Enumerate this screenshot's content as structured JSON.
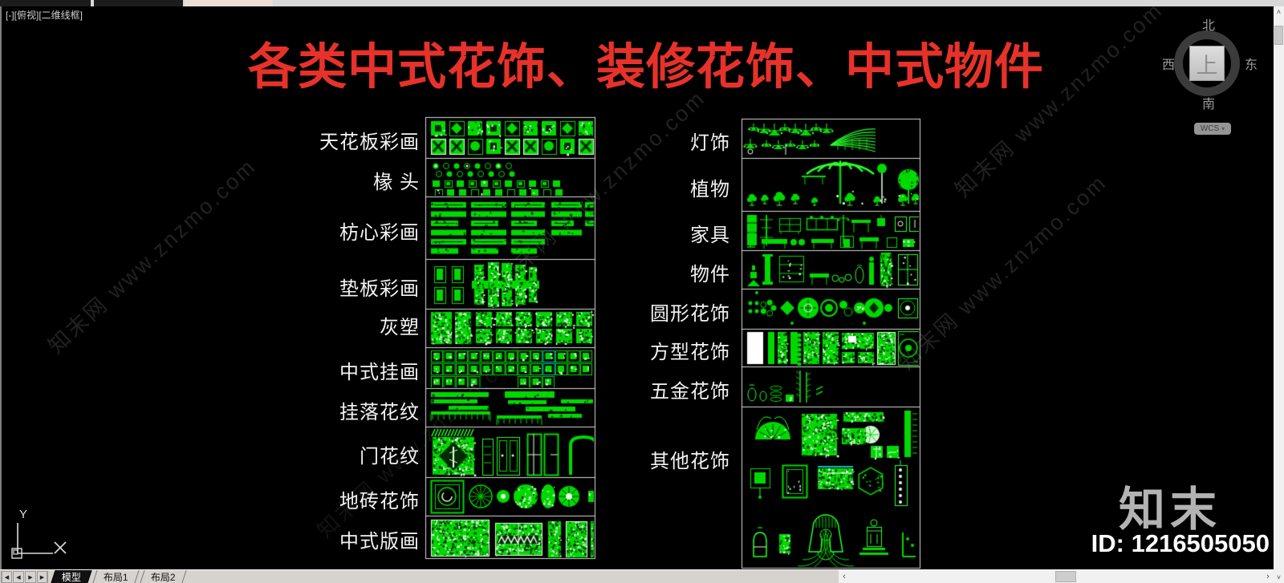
{
  "window": {
    "viewport_label": "[-][俯视][二维线框]"
  },
  "title": {
    "text": "各类中式花饰、装修花饰、中式物件",
    "color": "#e6322a"
  },
  "left_panel": {
    "rows": [
      {
        "label": "天花板彩画",
        "style": "tiles"
      },
      {
        "label": "椽 头",
        "style": "dots"
      },
      {
        "label": "枋心彩画",
        "style": "hbars"
      },
      {
        "label": "垫板彩画",
        "style": "vbars"
      },
      {
        "label": "灰塑",
        "style": "dense"
      },
      {
        "label": "中式挂画",
        "style": "frames"
      },
      {
        "label": "挂落花纹",
        "style": "strips"
      },
      {
        "label": "门花纹",
        "style": "doors"
      },
      {
        "label": "地砖花饰",
        "style": "rosettes"
      },
      {
        "label": "中式版画",
        "style": "prints"
      }
    ]
  },
  "right_panel": {
    "rows": [
      {
        "label": "灯饰",
        "style": "lamps"
      },
      {
        "label": "植物",
        "style": "plants"
      },
      {
        "label": "家具",
        "style": "furniture"
      },
      {
        "label": "物件",
        "style": "objects"
      },
      {
        "label": "圆形花饰",
        "style": "circles"
      },
      {
        "label": "方型花饰",
        "style": "panels"
      },
      {
        "label": "五金花饰",
        "style": "hardware"
      },
      {
        "label": "其他花饰",
        "style": "misc"
      }
    ]
  },
  "viewcube": {
    "north": "北",
    "south": "南",
    "west": "西",
    "east": "东",
    "top": "上",
    "wcs_label": "WCS",
    "wcs_caret": "▾"
  },
  "watermark": {
    "text": "知末网 www.znzmo.com"
  },
  "brand": {
    "logo": "知末",
    "id_text": "ID: 1216505050"
  },
  "ucs": {
    "y_label": "Y"
  },
  "tab_bar": {
    "nav_icons": [
      "◀",
      "◀",
      "▶",
      "▶"
    ],
    "tabs": [
      {
        "label": "模型",
        "active": true
      },
      {
        "label": "布局1",
        "active": false
      },
      {
        "label": "布局2",
        "active": false
      }
    ]
  },
  "scrollbars": {
    "left_arrow": "‹",
    "right_arrow": "›",
    "up_arrow": "˄",
    "down_arrow": "˅"
  },
  "colors": {
    "cad_green": "#00d900",
    "cad_green_bright": "#2aff2a",
    "accent_cyan": "#00c2c2",
    "title_red": "#e6322a"
  }
}
